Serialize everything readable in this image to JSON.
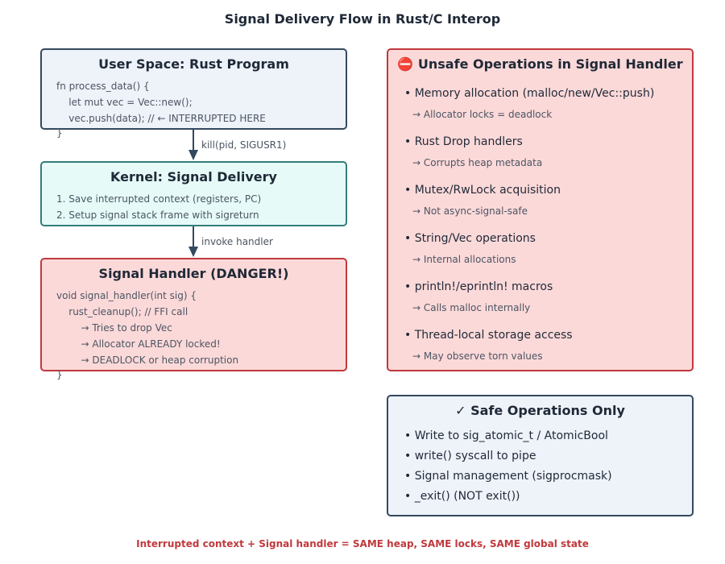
{
  "title": "Signal Delivery Flow in Rust/C Interop",
  "user_space": {
    "title": "User Space: Rust Program",
    "lines": [
      "fn process_data() {",
      "    let mut vec = Vec::new();",
      "    vec.push(data); // ← INTERRUPTED HERE"
    ],
    "closing": "}"
  },
  "arrow1_label": "kill(pid, SIGUSR1)",
  "kernel": {
    "title": "Kernel: Signal Delivery",
    "lines": [
      "1. Save interrupted context (registers, PC)",
      "2. Setup signal stack frame with sigreturn"
    ]
  },
  "arrow2_label": "invoke handler",
  "handler": {
    "title": "Signal Handler (DANGER!)",
    "lines": [
      "void signal_handler(int sig) {",
      "    rust_cleanup(); // FFI call",
      "        → Tries to drop Vec",
      "        → Allocator ALREADY locked!",
      "        → DEADLOCK or heap corruption"
    ],
    "closing": "}"
  },
  "unsafe_ops": {
    "title": "⛔ Unsafe Operations in Signal Handler",
    "items": [
      {
        "label": "• Memory allocation (malloc/new/Vec::push)",
        "note": "→ Allocator locks = deadlock"
      },
      {
        "label": "• Rust Drop handlers",
        "note": "→ Corrupts heap metadata"
      },
      {
        "label": "• Mutex/RwLock acquisition",
        "note": "→ Not async-signal-safe"
      },
      {
        "label": "• String/Vec operations",
        "note": "→ Internal allocations"
      },
      {
        "label": "• println!/eprintln! macros",
        "note": "→ Calls malloc internally"
      },
      {
        "label": "• Thread-local storage access",
        "note": "→ May observe torn values"
      }
    ]
  },
  "safe_ops": {
    "title": "✓ Safe Operations Only",
    "items": [
      "• Write to sig_atomic_t / AtomicBool",
      "• write() syscall to pipe",
      "• Signal management (sigprocmask)",
      "• _exit() (NOT exit())"
    ]
  },
  "footer": "Interrupted context + Signal handler = SAME heap, SAME locks, SAME global state",
  "colors": {
    "danger": "#c0393d",
    "danger_fill": "#fcd9d9",
    "neutral_border": "#34495e",
    "neutral_fill": "#eef2f9",
    "kernel_border": "#347d7b",
    "kernel_fill": "#e6fbf8"
  }
}
